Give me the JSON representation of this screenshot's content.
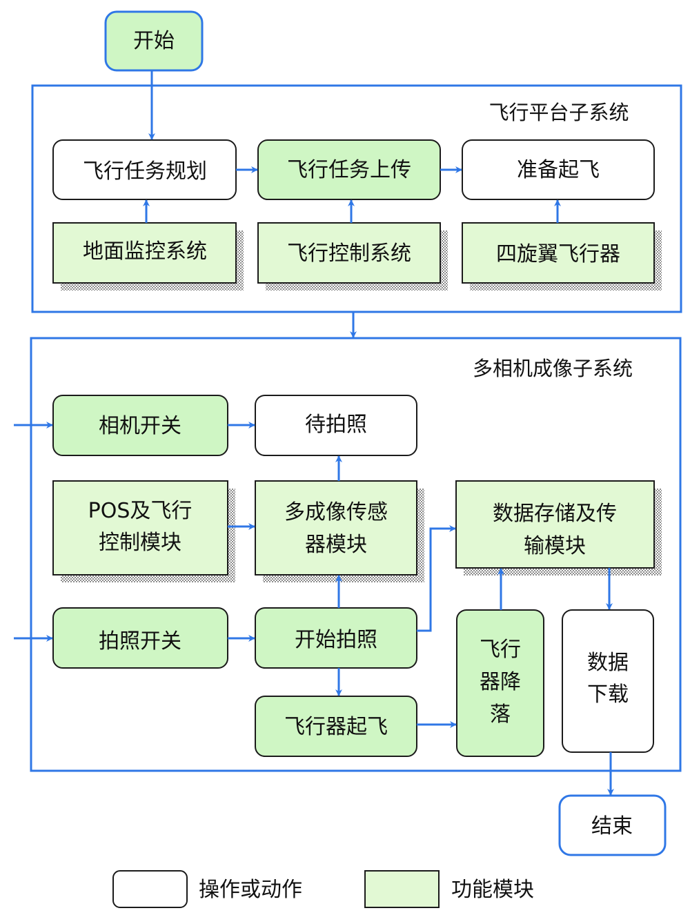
{
  "colors": {
    "accent_blue": "#2f77e6",
    "fill_light_green": "#e2f9d4",
    "fill_medium_green": "#cff6c4",
    "border_dark": "#1a1a1a",
    "shadow": "#999999"
  },
  "terminals": {
    "start": "开始",
    "end": "结束"
  },
  "flight_platform": {
    "title": "飞行平台子系统",
    "task_planning": "飞行任务规划",
    "task_upload": "飞行任务上传",
    "ready_takeoff": "准备起飞",
    "ground_monitor": "地面监控系统",
    "flight_control": "飞行控制系统",
    "quadrotor": "四旋翼飞行器"
  },
  "camera_system": {
    "title": "多相机成像子系统",
    "camera_switch": "相机开关",
    "wait_photo": "待拍照",
    "pos_module_line1": "POS及飞行",
    "pos_module_line2": "控制模块",
    "sensor_module_line1": "多成像传感",
    "sensor_module_line2": "器模块",
    "storage_module_line1": "数据存储及传",
    "storage_module_line2": "输模块",
    "photo_switch": "拍照开关",
    "start_photo": "开始拍照",
    "aircraft_takeoff": "飞行器起飞",
    "landing_line1": "飞行",
    "landing_line2": "器降",
    "landing_line3": "落",
    "download_line1": "数据",
    "download_line2": "下载"
  },
  "legend": {
    "action": "操作或动作",
    "module": "功能模块"
  }
}
